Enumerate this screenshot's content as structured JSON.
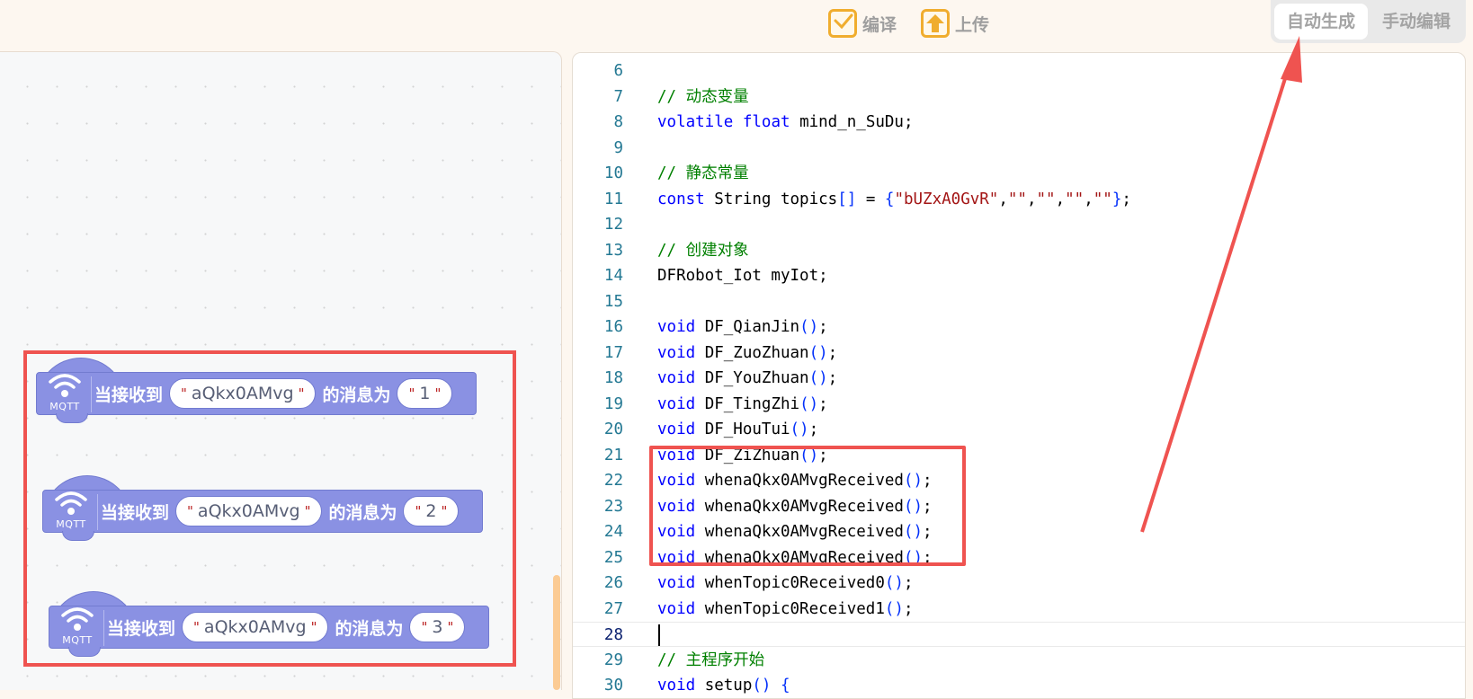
{
  "toolbar": {
    "compile": {
      "label": "编译",
      "icon": "compile-check-icon"
    },
    "upload": {
      "label": "上传",
      "icon": "upload-arrow-icon"
    },
    "mode_toggle": {
      "auto": "自动生成",
      "manual": "手动编辑",
      "active": "auto"
    }
  },
  "colors": {
    "accent_orange": "#f0ad2e",
    "block_purple": "#8a91e3",
    "highlight_red": "#ef5350",
    "keyword_blue": "#0000ff",
    "comment_green": "#008000",
    "string_red": "#a31515",
    "line_number": "#237893"
  },
  "blocks": [
    {
      "icon": "mqtt-wifi-icon",
      "icon_label": "MQTT",
      "prefix": "当接收到",
      "topic": "aQkx0AMvg",
      "middle": "的消息为",
      "message": "1"
    },
    {
      "icon": "mqtt-wifi-icon",
      "icon_label": "MQTT",
      "prefix": "当接收到",
      "topic": "aQkx0AMvg",
      "middle": "的消息为",
      "message": "2"
    },
    {
      "icon": "mqtt-wifi-icon",
      "icon_label": "MQTT",
      "prefix": "当接收到",
      "topic": "aQkx0AMvg",
      "middle": "的消息为",
      "message": "3"
    }
  ],
  "quote": "\"",
  "editor": {
    "current_line": 28,
    "lines": [
      {
        "n": "6",
        "parts": []
      },
      {
        "n": "7",
        "parts": [
          {
            "c": "cm",
            "t": "// 动态变量"
          }
        ]
      },
      {
        "n": "8",
        "parts": [
          {
            "c": "kw",
            "t": "volatile"
          },
          {
            "c": "",
            "t": " "
          },
          {
            "c": "kw",
            "t": "float"
          },
          {
            "c": "",
            "t": " mind_n_SuDu;"
          }
        ]
      },
      {
        "n": "9",
        "parts": []
      },
      {
        "n": "10",
        "parts": [
          {
            "c": "cm",
            "t": "// 静态常量"
          }
        ]
      },
      {
        "n": "11",
        "parts": [
          {
            "c": "kw",
            "t": "const"
          },
          {
            "c": "",
            "t": " String topics"
          },
          {
            "c": "br",
            "t": "[]"
          },
          {
            "c": "",
            "t": " = "
          },
          {
            "c": "br",
            "t": "{"
          },
          {
            "c": "str",
            "t": "\"bUZxA0GvR\""
          },
          {
            "c": "",
            "t": ","
          },
          {
            "c": "str",
            "t": "\"\""
          },
          {
            "c": "",
            "t": ","
          },
          {
            "c": "str",
            "t": "\"\""
          },
          {
            "c": "",
            "t": ","
          },
          {
            "c": "str",
            "t": "\"\""
          },
          {
            "c": "",
            "t": ","
          },
          {
            "c": "str",
            "t": "\"\""
          },
          {
            "c": "br",
            "t": "}"
          },
          {
            "c": "",
            "t": ";"
          }
        ]
      },
      {
        "n": "12",
        "parts": []
      },
      {
        "n": "13",
        "parts": [
          {
            "c": "cm",
            "t": "// 创建对象"
          }
        ]
      },
      {
        "n": "14",
        "parts": [
          {
            "c": "",
            "t": "DFRobot_Iot myIot;"
          }
        ]
      },
      {
        "n": "15",
        "parts": []
      },
      {
        "n": "16",
        "parts": [
          {
            "c": "kw",
            "t": "void"
          },
          {
            "c": "",
            "t": " DF_QianJin"
          },
          {
            "c": "br",
            "t": "()"
          },
          {
            "c": "",
            "t": ";"
          }
        ]
      },
      {
        "n": "17",
        "parts": [
          {
            "c": "kw",
            "t": "void"
          },
          {
            "c": "",
            "t": " DF_ZuoZhuan"
          },
          {
            "c": "br",
            "t": "()"
          },
          {
            "c": "",
            "t": ";"
          }
        ]
      },
      {
        "n": "18",
        "parts": [
          {
            "c": "kw",
            "t": "void"
          },
          {
            "c": "",
            "t": " DF_YouZhuan"
          },
          {
            "c": "br",
            "t": "()"
          },
          {
            "c": "",
            "t": ";"
          }
        ]
      },
      {
        "n": "19",
        "parts": [
          {
            "c": "kw",
            "t": "void"
          },
          {
            "c": "",
            "t": " DF_TingZhi"
          },
          {
            "c": "br",
            "t": "()"
          },
          {
            "c": "",
            "t": ";"
          }
        ]
      },
      {
        "n": "20",
        "parts": [
          {
            "c": "kw",
            "t": "void"
          },
          {
            "c": "",
            "t": " DF_HouTui"
          },
          {
            "c": "br",
            "t": "()"
          },
          {
            "c": "",
            "t": ";"
          }
        ]
      },
      {
        "n": "21",
        "parts": [
          {
            "c": "kw",
            "t": "void"
          },
          {
            "c": "",
            "t": " DF_ZiZhuan"
          },
          {
            "c": "br",
            "t": "()"
          },
          {
            "c": "",
            "t": ";"
          }
        ]
      },
      {
        "n": "22",
        "parts": [
          {
            "c": "kw",
            "t": "void"
          },
          {
            "c": "",
            "t": " whenaQkx0AMvgReceived"
          },
          {
            "c": "br",
            "t": "()"
          },
          {
            "c": "",
            "t": ";"
          }
        ]
      },
      {
        "n": "23",
        "parts": [
          {
            "c": "kw",
            "t": "void"
          },
          {
            "c": "",
            "t": " whenaQkx0AMvgReceived"
          },
          {
            "c": "br",
            "t": "()"
          },
          {
            "c": "",
            "t": ";"
          }
        ]
      },
      {
        "n": "24",
        "parts": [
          {
            "c": "kw",
            "t": "void"
          },
          {
            "c": "",
            "t": " whenaQkx0AMvgReceived"
          },
          {
            "c": "br",
            "t": "()"
          },
          {
            "c": "",
            "t": ";"
          }
        ]
      },
      {
        "n": "25",
        "parts": [
          {
            "c": "kw",
            "t": "void"
          },
          {
            "c": "",
            "t": " whenaQkx0AMvgReceived"
          },
          {
            "c": "br",
            "t": "()"
          },
          {
            "c": "",
            "t": ";"
          }
        ]
      },
      {
        "n": "26",
        "parts": [
          {
            "c": "kw",
            "t": "void"
          },
          {
            "c": "",
            "t": " whenTopic0Received0"
          },
          {
            "c": "br",
            "t": "()"
          },
          {
            "c": "",
            "t": ";"
          }
        ]
      },
      {
        "n": "27",
        "parts": [
          {
            "c": "kw",
            "t": "void"
          },
          {
            "c": "",
            "t": " whenTopic0Received1"
          },
          {
            "c": "br",
            "t": "()"
          },
          {
            "c": "",
            "t": ";"
          }
        ]
      },
      {
        "n": "28",
        "parts": []
      },
      {
        "n": "29",
        "parts": [
          {
            "c": "cm",
            "t": "// 主程序开始"
          }
        ]
      },
      {
        "n": "30",
        "parts": [
          {
            "c": "kw",
            "t": "void"
          },
          {
            "c": "",
            "t": " setup"
          },
          {
            "c": "br",
            "t": "()"
          },
          {
            "c": "",
            "t": " "
          },
          {
            "c": "br",
            "t": "{"
          }
        ]
      }
    ]
  }
}
